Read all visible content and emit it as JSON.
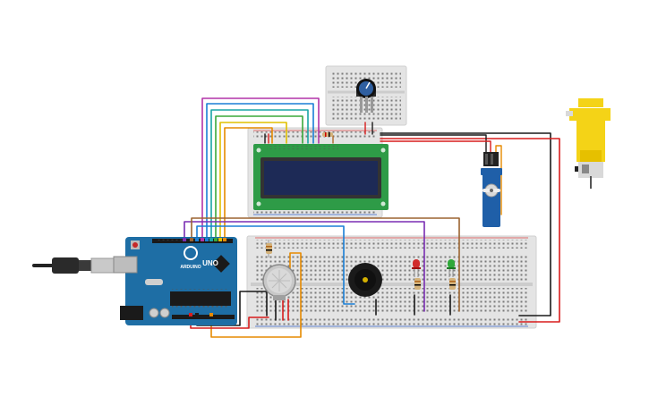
{
  "arduino": {
    "logo_text": "ARDUINO",
    "model_text": "UNO"
  },
  "colors": {
    "background": "#ffffff",
    "breadboard": "#e4e4e4",
    "arduino_board": "#1e6ea5",
    "lcd_pcb": "#2e9b47",
    "lcd_screen": "#1d2a56",
    "servo": "#1f5fa8",
    "motor": "#f4d317",
    "wire_red": "#d81d1d",
    "wire_black": "#1a1a1a",
    "wire_magenta": "#b234a8",
    "wire_blue": "#1a7fd6",
    "wire_teal": "#19a5a5",
    "wire_green": "#3aa83a",
    "wire_yellow": "#e0c000",
    "wire_orange": "#e68a00",
    "wire_purple": "#7a2db3",
    "wire_brown": "#9b6430"
  },
  "components": [
    "arduino-uno",
    "usb-cable",
    "lcd-16x2",
    "potentiometer",
    "gas-sensor",
    "piezo-buzzer",
    "red-led",
    "green-led",
    "micro-servo",
    "dc-motor"
  ]
}
